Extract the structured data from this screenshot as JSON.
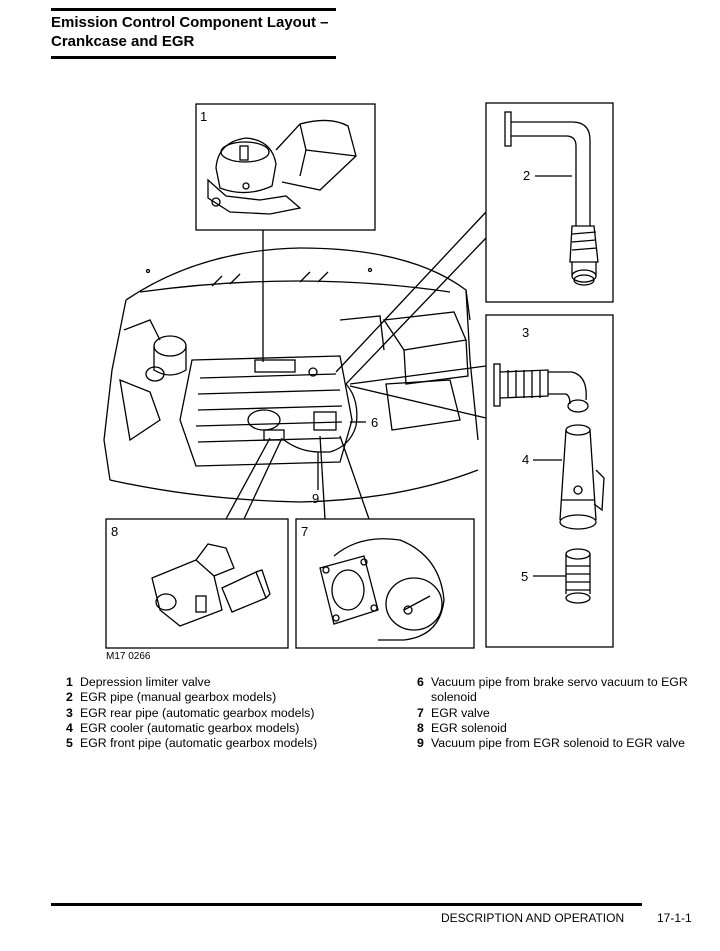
{
  "header": {
    "title_line1": "Emission Control Component Layout –",
    "title_line2": "Crankcase and EGR"
  },
  "figure": {
    "code": "M17 0266",
    "callouts": [
      "1",
      "2",
      "3",
      "4",
      "5",
      "6",
      "7",
      "8",
      "9"
    ]
  },
  "legend": {
    "left": [
      {
        "num": "1",
        "text": "Depression limiter valve"
      },
      {
        "num": "2",
        "text": "EGR pipe (manual gearbox models)"
      },
      {
        "num": "3",
        "text": "EGR rear pipe (automatic gearbox models)"
      },
      {
        "num": "4",
        "text": "EGR cooler (automatic gearbox models)"
      },
      {
        "num": "5",
        "text": "EGR front pipe (automatic gearbox models)"
      }
    ],
    "right": [
      {
        "num": "6",
        "text": "Vacuum pipe from brake servo vacuum to EGR solenoid"
      },
      {
        "num": "7",
        "text": "EGR valve"
      },
      {
        "num": "8",
        "text": "EGR solenoid"
      },
      {
        "num": "9",
        "text": "Vacuum pipe from EGR solenoid to EGR valve"
      }
    ]
  },
  "footer": {
    "section": "DESCRIPTION AND OPERATION",
    "page": "17-1-1"
  }
}
